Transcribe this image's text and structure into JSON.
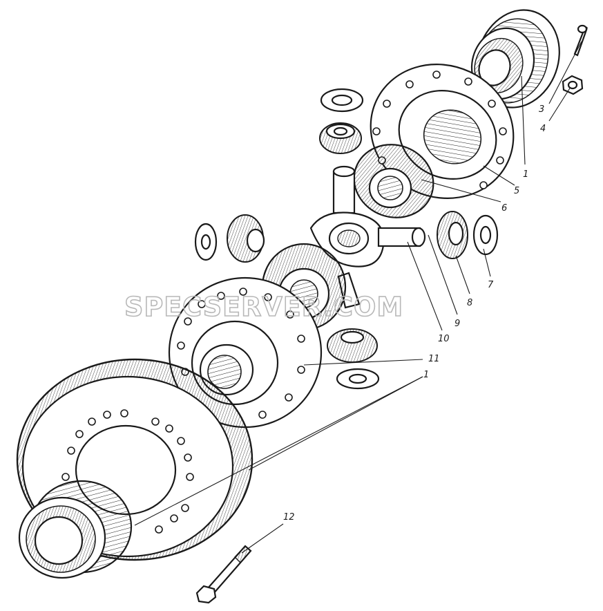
{
  "watermark": "SPECSERVER.COM",
  "callouts": [
    {
      "id": "label-1-top",
      "text": "1"
    },
    {
      "id": "label-3",
      "text": "3"
    },
    {
      "id": "label-4",
      "text": "4"
    },
    {
      "id": "label-5",
      "text": "5"
    },
    {
      "id": "label-6",
      "text": "6"
    },
    {
      "id": "label-7",
      "text": "7"
    },
    {
      "id": "label-8",
      "text": "8"
    },
    {
      "id": "label-9",
      "text": "9"
    },
    {
      "id": "label-10",
      "text": "10"
    },
    {
      "id": "label-11",
      "text": "11"
    },
    {
      "id": "label-1-bottom",
      "text": "1"
    },
    {
      "id": "label-12",
      "text": "12"
    }
  ]
}
